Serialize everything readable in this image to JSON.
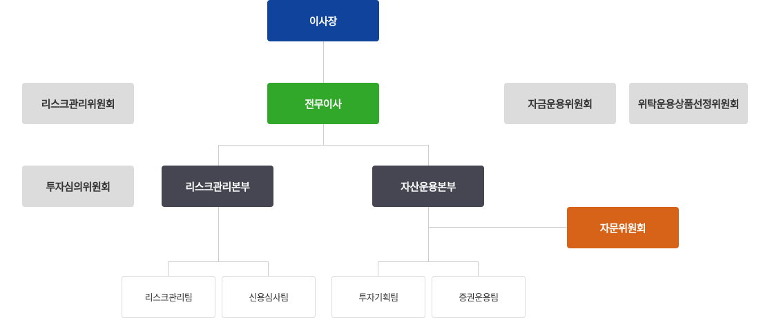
{
  "chairman": "이사장",
  "executive_director": "전무이사",
  "committees_left": [
    "리스크관리위원회",
    "투자심의위원회"
  ],
  "committees_right": [
    "자금운용위원회",
    "위탁운용상품선정위원회"
  ],
  "divisions": {
    "risk": "리스크관리본부",
    "asset": "자산운용본부"
  },
  "advisory_committee": "자문위원회",
  "teams": {
    "risk": [
      "리스크관리팀",
      "신용심사팀"
    ],
    "asset": [
      "투자기획팀",
      "증권운용팀"
    ]
  },
  "colors": {
    "chairman": "#10439b",
    "executive_director": "#32a82a",
    "division": "#464652",
    "advisory": "#d66317",
    "committee": "#dcdcdc",
    "team_border": "#dcdcdc",
    "connector": "#cccccc"
  }
}
